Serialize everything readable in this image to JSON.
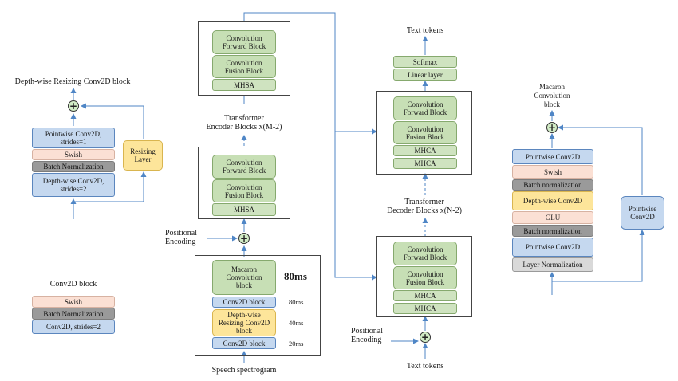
{
  "colors": {
    "green": "#cfe3c0",
    "blue": "#c5d8ef",
    "salmon": "#fbe0d4",
    "grey": "#9a9a9a",
    "light_grey": "#d9d9d9",
    "yellow": "#fde59a",
    "arrow": "#4f86c6",
    "plus_fill": "#d2ecc6"
  },
  "icons": {
    "add": "plus-circle-icon"
  },
  "add_symbol": "+",
  "resizing": {
    "title": "Depth-wise Resizing Conv2D block",
    "pointwise": "Pointwise Conv2D,\nstrides=1",
    "swish": "Swish",
    "batch_norm": "Batch Normalization",
    "depthwise": "Depth-wise Conv2D,\nstrides=2",
    "resizing_layer": "Resizing\nLayer"
  },
  "conv2d_block": {
    "title": "Conv2D block",
    "swish": "Swish",
    "batch_norm": "Batch Normalization",
    "conv": "Conv2D,  strides=2"
  },
  "encoder": {
    "upper_block": {
      "cfb": "Convolution\nForward Block",
      "cfusion": "Convolution\nFusion Block",
      "mhsa": "MHSA"
    },
    "stack_label": "Transformer\nEncoder Blocks x(M-2)",
    "lower_block": {
      "cfb": "Convolution\nForward Block",
      "cfusion": "Convolution\nFusion Block",
      "mhsa": "MHSA"
    },
    "positional_encoding": "Positional\nEncoding"
  },
  "frontend": {
    "macaron": "Macaron\nConvolution\nblock",
    "macaron_rate": "80ms",
    "conv2d_top": "Conv2D block",
    "conv2d_top_rate": "80ms",
    "resizing": "Depth-wise\nResizing Conv2D\nblock",
    "resizing_rate": "40ms",
    "conv2d_bottom": "Conv2D block",
    "conv2d_bottom_rate": "20ms",
    "input": "Speech spectrogram"
  },
  "decoder": {
    "output": "Text tokens",
    "softmax": "Softmax",
    "linear": "Linear layer",
    "upper_block": {
      "cfb": "Convolution\nForward Block",
      "cfusion": "Convolution\nFusion Block",
      "mhca1": "MHCA",
      "mhca2": "MHCA"
    },
    "stack_label": "Transformer\nDecoder Blocks x(N-2)",
    "lower_block": {
      "cfb": "Convolution\nForward Block",
      "cfusion": "Convolution\nFusion Block",
      "mhca1": "MHCA",
      "mhca2": "MHCA"
    },
    "positional_encoding": "Positional\nEncoding",
    "input": "Text tokens"
  },
  "macaron": {
    "title": "Macaron\nConvolution\nblock",
    "pointwise_top": "Pointwise Conv2D",
    "swish": "Swish",
    "batch_norm_top": "Batch normalization",
    "depthwise": "Depth-wise  Conv2D",
    "glu": "GLU",
    "batch_norm_bottom": "Batch normalization",
    "pointwise_bottom": "Pointwise Conv2D",
    "layer_norm": "Layer Normalization",
    "skip_pointwise": "Pointwise\nConv2D"
  }
}
